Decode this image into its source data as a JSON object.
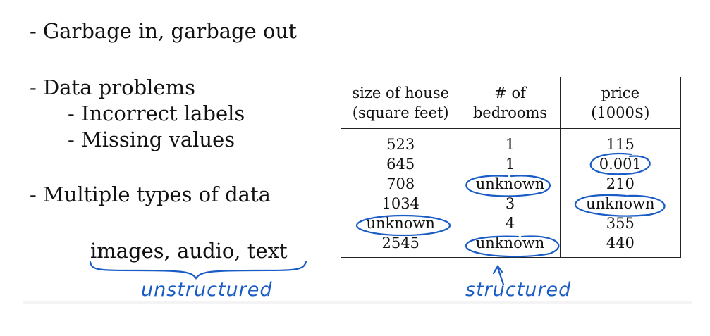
{
  "bullets": {
    "garbage": "- Garbage in, garbage out",
    "data_problems": "- Data problems",
    "incorrect_labels": "- Incorrect labels",
    "missing_values": "- Missing values",
    "multiple_types": "- Multiple types of data",
    "data_kinds": "images, audio, text"
  },
  "table": {
    "headers": [
      [
        "size of house",
        "(square feet)"
      ],
      [
        "# of",
        "bedrooms"
      ],
      [
        "price",
        "(1000$)"
      ]
    ],
    "rows": [
      [
        "523",
        "1",
        "115"
      ],
      [
        "645",
        "1",
        "0.001"
      ],
      [
        "708",
        "unknown",
        "210"
      ],
      [
        "1034",
        "3",
        "unknown"
      ],
      [
        "unknown",
        "4",
        "355"
      ],
      [
        "2545",
        "unknown",
        "440"
      ]
    ]
  },
  "annotations": {
    "unstructured": "unstructured",
    "structured": "structured",
    "ink_color": "#1a5cc6"
  }
}
